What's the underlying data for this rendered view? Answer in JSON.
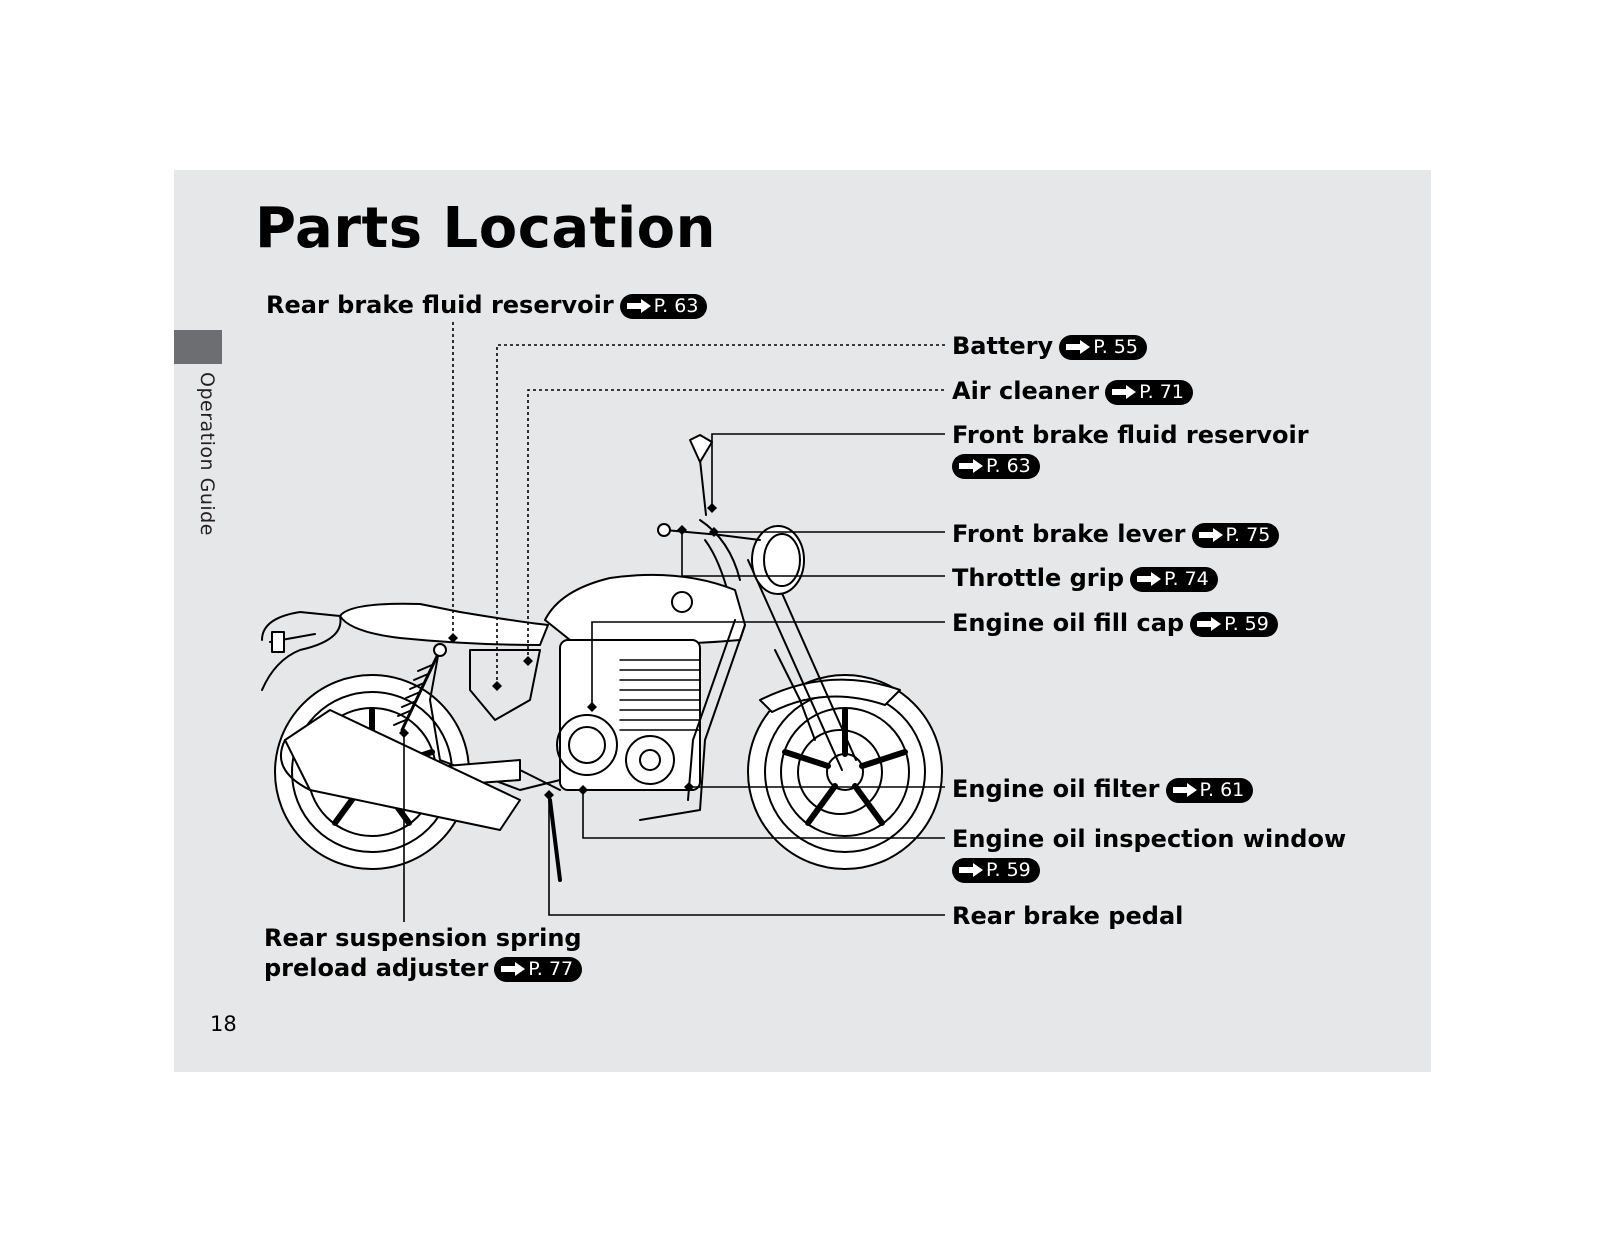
{
  "page": {
    "title": "Parts Location",
    "section": "Operation Guide",
    "page_number": "18"
  },
  "labels": {
    "rear_brake_fluid_reservoir": {
      "text": "Rear brake fluid reservoir",
      "ref": "P. 63"
    },
    "battery": {
      "text": "Battery",
      "ref": "P. 55"
    },
    "air_cleaner": {
      "text": "Air cleaner",
      "ref": "P. 71"
    },
    "front_brake_fluid_reservoir": {
      "text": "Front brake fluid reservoir",
      "ref": "P. 63"
    },
    "front_brake_lever": {
      "text": "Front brake lever",
      "ref": "P. 75"
    },
    "throttle_grip": {
      "text": "Throttle grip",
      "ref": "P. 74"
    },
    "engine_oil_fill_cap": {
      "text": "Engine oil fill cap",
      "ref": "P. 59"
    },
    "engine_oil_filter": {
      "text": "Engine oil filter",
      "ref": "P. 61"
    },
    "engine_oil_inspection_window": {
      "text": "Engine oil inspection window",
      "ref": "P. 59"
    },
    "rear_brake_pedal": {
      "text": "Rear brake pedal"
    },
    "rear_suspension_spring_preload_adjuster": {
      "line1": "Rear suspension spring",
      "line2": "preload adjuster",
      "ref": "P. 77"
    }
  },
  "colors": {
    "panel": "#e6e7e8",
    "tab": "#6d6e71",
    "ref_badge": "#000000"
  },
  "icons": [
    "arrow-right-icon"
  ]
}
